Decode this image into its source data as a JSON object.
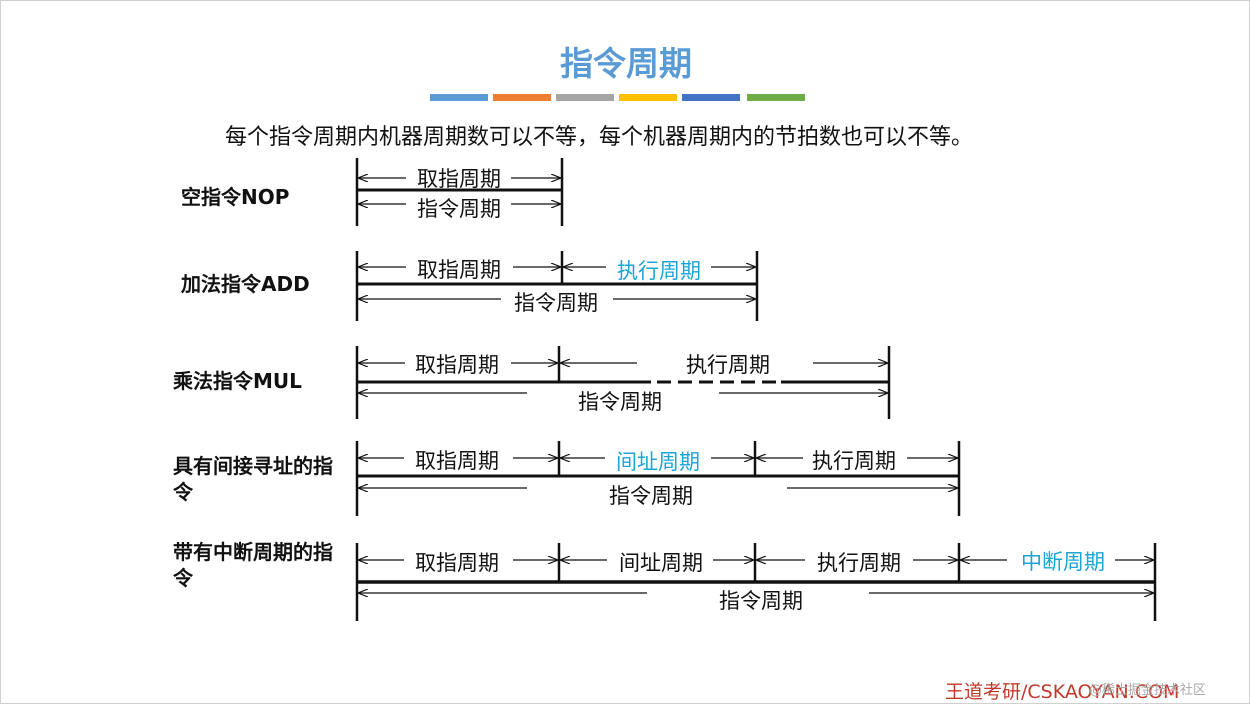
{
  "title": "指令周期",
  "subtitle": "每个指令周期内机器周期数可以不等，每个机器周期内的节拍数也可以不等。",
  "colors": [
    "#5b9bd5",
    "#ed7d31",
    "#a5a5a5",
    "#ffc000",
    "#4472c4",
    "#70ad47"
  ],
  "rows": [
    {
      "label": "空指令NOP",
      "segments": [
        {
          "text": "取指周期",
          "blue": false
        }
      ],
      "total": "指令周期"
    },
    {
      "label": "加法指令ADD",
      "segments": [
        {
          "text": "取指周期",
          "blue": false
        },
        {
          "text": "执行周期",
          "blue": true
        }
      ],
      "total": "指令周期"
    },
    {
      "label": "乘法指令MUL",
      "segments": [
        {
          "text": "取指周期",
          "blue": false
        },
        {
          "text": "执行周期",
          "blue": false
        }
      ],
      "total": "指令周期"
    },
    {
      "label": "具有间接寻址的指令",
      "segments": [
        {
          "text": "取指周期",
          "blue": false
        },
        {
          "text": "间址周期",
          "blue": true
        },
        {
          "text": "执行周期",
          "blue": false
        }
      ],
      "total": "指令周期"
    },
    {
      "label": "带有中断周期的指令",
      "segments": [
        {
          "text": "取指周期",
          "blue": false
        },
        {
          "text": "间址周期",
          "blue": false
        },
        {
          "text": "执行周期",
          "blue": false
        },
        {
          "text": "中断周期",
          "blue": true
        }
      ],
      "total": "指令周期"
    }
  ],
  "footer": "王道考研/CSKAOYAN.COM",
  "footer_extra": "@稀土掘金技术社区"
}
